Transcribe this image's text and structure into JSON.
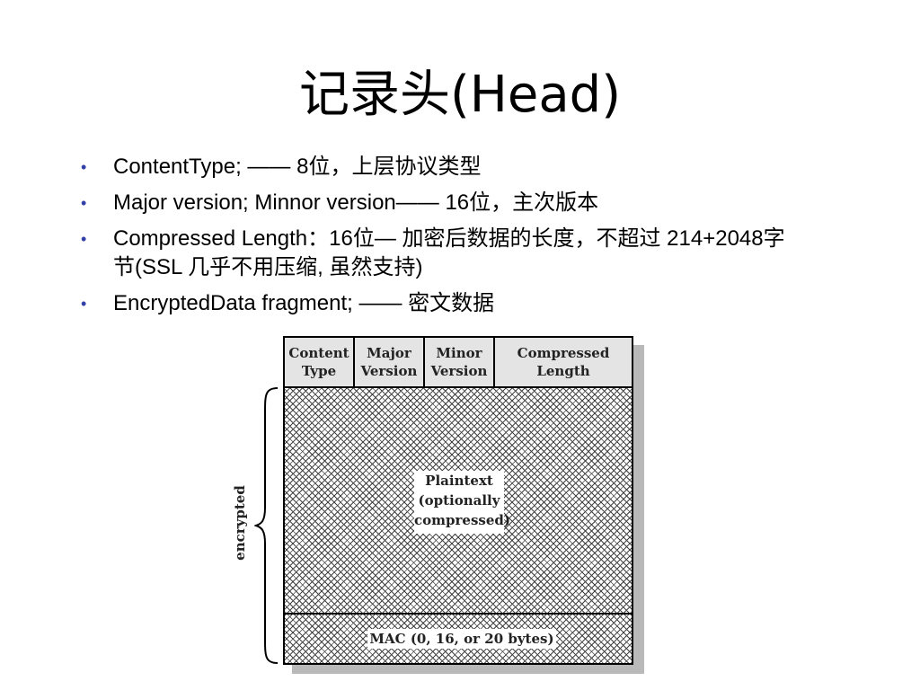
{
  "slide": {
    "title": "记录头(Head)",
    "bullets": [
      {
        "text": "ContentType; —— 8位，上层协议类型"
      },
      {
        "text": "Major version; Minnor version—— 16位，主次版本"
      },
      {
        "text": "Compressed Length：16位— 加密后数据的长度，不超过 214+2048字节(SSL 几乎不用压缩, 虽然支持)"
      },
      {
        "text": "EncryptedData fragment; —— 密文数据"
      }
    ]
  },
  "diagram": {
    "headers": [
      "Content\nType",
      "Major\nVersion",
      "Minor\nVersion",
      "Compressed\nLength"
    ],
    "plaintext_label": "Plaintext\n(optionally\ncompressed)",
    "mac_label": "MAC (0, 16, or 20 bytes)",
    "encrypted_label": "encrypted"
  },
  "colors": {
    "bullet": "#3340a8",
    "header_bg": "#e4e4e4",
    "shadow": "#b9b9b9"
  }
}
